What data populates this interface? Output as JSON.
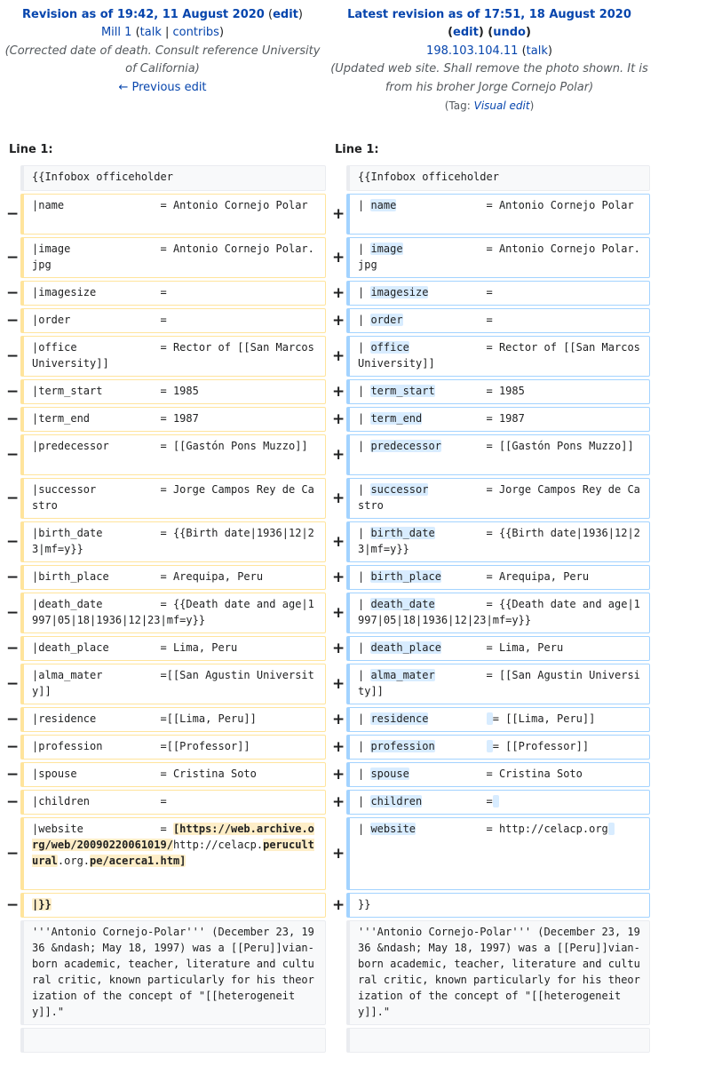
{
  "header": {
    "left": {
      "title_prefix": "Revision as of 19:42, 11 August 2020",
      "edit_label": "edit",
      "user": "Mill 1",
      "talk": "talk",
      "contribs": "contribs",
      "summary": "(Corrected date of death. Consult reference University of California)",
      "prev_edit": "← Previous edit"
    },
    "right": {
      "title_prefix": "Latest revision as of 17:51, 18 August 2020",
      "edit_label": "edit",
      "undo_label": "undo",
      "user": "198.103.104.11",
      "talk": "talk",
      "summary": "(Updated web site. Shall remove the photo shown. It is from his broher Jorge Cornejo Polar)",
      "tag_prefix": "(Tag: ",
      "tag": "Visual edit",
      "tag_suffix": ")"
    }
  },
  "line_left": "Line 1:",
  "line_right": "Line 1:",
  "rows": [
    {
      "t": "ctx",
      "h": 29,
      "l": "{{Infobox officeholder",
      "r": "{{Infobox officeholder"
    },
    {
      "t": "chg",
      "h": 46,
      "l": "|name               = Antonio Cornejo Polar",
      "r": [
        [
          "| "
        ],
        [
          "name",
          "a"
        ],
        [
          "              = Antonio Cornejo Polar"
        ]
      ]
    },
    {
      "t": "chg",
      "h": 46,
      "l": "|image              = Antonio Cornejo Polar.jpg",
      "r": [
        [
          "| "
        ],
        [
          "image",
          "a"
        ],
        [
          "             = Antonio Cornejo Polar.jpg"
        ]
      ]
    },
    {
      "t": "chg",
      "h": 28,
      "l": "|imagesize          =",
      "r": [
        [
          "| "
        ],
        [
          "imagesize",
          "a"
        ],
        [
          "         ="
        ]
      ]
    },
    {
      "t": "chg",
      "h": 28,
      "l": "|order              =",
      "r": [
        [
          "| "
        ],
        [
          "order",
          "a"
        ],
        [
          "             ="
        ]
      ]
    },
    {
      "t": "chg",
      "h": 46,
      "l": "|office             = Rector of [[San Marcos University]]",
      "r": [
        [
          "| "
        ],
        [
          "office",
          "a"
        ],
        [
          "            = Rector of [[San Marcos University]]"
        ]
      ]
    },
    {
      "t": "chg",
      "h": 28,
      "l": "|term_start         = 1985",
      "r": [
        [
          "| "
        ],
        [
          "term_start",
          "a"
        ],
        [
          "        = 1985"
        ]
      ]
    },
    {
      "t": "chg",
      "h": 28,
      "l": "|term_end           = 1987",
      "r": [
        [
          "| "
        ],
        [
          "term_end",
          "a"
        ],
        [
          "          = 1987"
        ]
      ]
    },
    {
      "t": "chg",
      "h": 46,
      "l": "|predecessor        = [[Gastón Pons Muzzo]]",
      "r": [
        [
          "| "
        ],
        [
          "predecessor",
          "a"
        ],
        [
          "       = [[Gastón Pons Muzzo]]"
        ]
      ]
    },
    {
      "t": "chg",
      "h": 46,
      "l": "|successor          = Jorge Campos Rey de Castro",
      "r": [
        [
          "| "
        ],
        [
          "successor",
          "a"
        ],
        [
          "         = Jorge Campos Rey de Castro"
        ]
      ]
    },
    {
      "t": "chg",
      "h": 46,
      "l": "|birth_date         = {{Birth date|1936|12|23|mf=y}}",
      "r": [
        [
          "| "
        ],
        [
          "birth_date",
          "a"
        ],
        [
          "        = {{Birth date|1936|12|23|mf=y}}"
        ]
      ]
    },
    {
      "t": "chg",
      "h": 28,
      "l": "|birth_place        = Arequipa, Peru",
      "r": [
        [
          "| "
        ],
        [
          "birth_place",
          "a"
        ],
        [
          "       = Arequipa, Peru"
        ]
      ]
    },
    {
      "t": "chg",
      "h": 46,
      "l": "|death_date         = {{Death date and age|1997|05|18|1936|12|23|mf=y}}",
      "r": [
        [
          "| "
        ],
        [
          "death_date",
          "a"
        ],
        [
          "        = {{Death date and age|1997|05|18|1936|12|23|mf=y}}"
        ]
      ]
    },
    {
      "t": "chg",
      "h": 28,
      "l": "|death_place        = Lima, Peru",
      "r": [
        [
          "| "
        ],
        [
          "death_place",
          "a"
        ],
        [
          "       = Lima, Peru"
        ]
      ]
    },
    {
      "t": "chg",
      "h": 46,
      "l": "|alma_mater         =[[San Agustin University]]",
      "r": [
        [
          "| "
        ],
        [
          "alma_mater",
          "a"
        ],
        [
          "        = [[San Agustin University]]"
        ]
      ]
    },
    {
      "t": "chg",
      "h": 28,
      "l": "|residence          =[[Lima, Peru]]",
      "r": [
        [
          "| "
        ],
        [
          "residence",
          "a"
        ],
        [
          "         "
        ],
        [
          " ",
          "a"
        ],
        [
          "= [[Lima, Peru]]"
        ]
      ]
    },
    {
      "t": "chg",
      "h": 28,
      "l": "|profession         =[[Professor]]",
      "r": [
        [
          "| "
        ],
        [
          "profession",
          "a"
        ],
        [
          "        "
        ],
        [
          " ",
          "a"
        ],
        [
          "= [[Professor]]"
        ]
      ]
    },
    {
      "t": "chg",
      "h": 28,
      "l": "|spouse             = Cristina Soto",
      "r": [
        [
          "| "
        ],
        [
          "spouse",
          "a"
        ],
        [
          "            = Cristina Soto"
        ]
      ]
    },
    {
      "t": "chg",
      "h": 28,
      "l": "|children           =",
      "r": [
        [
          "| "
        ],
        [
          "children",
          "a"
        ],
        [
          "          ="
        ],
        [
          " ",
          "a"
        ]
      ]
    },
    {
      "t": "chg",
      "h": 82,
      "l": [
        [
          "|website            = "
        ],
        [
          "[https://web.archive.org/web/20090220061019/",
          "d"
        ],
        [
          "http://celacp."
        ],
        [
          "perucultural",
          "d"
        ],
        [
          ".org."
        ],
        [
          "pe/acerca1.htm]",
          "d"
        ]
      ],
      "r": [
        [
          "| "
        ],
        [
          "website",
          "a"
        ],
        [
          "           = http://celacp.org"
        ],
        [
          " ",
          "a"
        ]
      ]
    },
    {
      "t": "chg",
      "h": 28,
      "l": [
        [
          "|}}",
          "d"
        ]
      ],
      "r": "}}"
    },
    {
      "t": "ctx",
      "h": 118,
      "l": "'''Antonio Cornejo-Polar''' (December 23, 1936 &ndash; May 18, 1997) was a [[Peru]]vian-born academic, teacher, literature and cultural critic, known particularly for his theorization of the concept of \"[[heterogeneity]].\"",
      "r": "'''Antonio Cornejo-Polar''' (December 23, 1936 &ndash; May 18, 1997) was a [[Peru]]vian-born academic, teacher, literature and cultural critic, known particularly for his theorization of the concept of \"[[heterogeneity]].\""
    },
    {
      "t": "ctx",
      "h": 28,
      "l": "",
      "r": ""
    }
  ]
}
